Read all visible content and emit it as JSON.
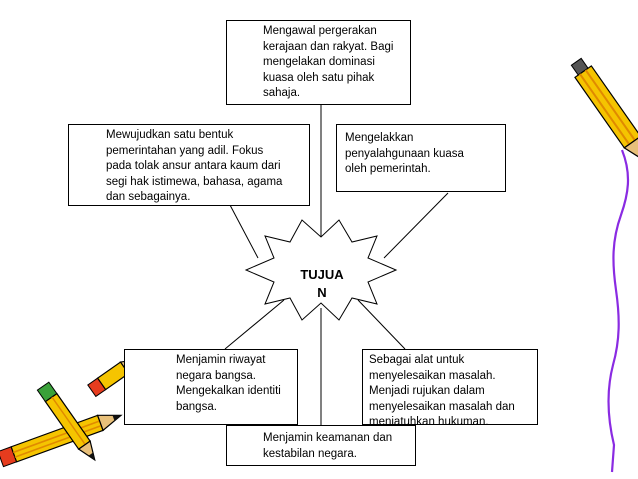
{
  "center": {
    "title": "TUJUAN",
    "line1": "TUJUA",
    "line2": "N"
  },
  "boxes": {
    "top": [
      "Mengawal pergerakan",
      "kerajaan dan rakyat. Bagi",
      "mengelakan dominasi",
      "kuasa oleh satu pihak",
      "sahaja."
    ],
    "top_left": [
      "Mewujudkan satu bentuk",
      "pemerintahan yang adil. Fokus",
      "pada tolak ansur antara kaum dari",
      "segi hak istimewa, bahasa, agama",
      "dan sebagainya."
    ],
    "top_right": [
      "Mengelakkan",
      "penyalahgunaan kuasa",
      "oleh pemerintah."
    ],
    "bottom_left": [
      "Menjamin riwayat",
      "negara bangsa.",
      "Mengekalkan identiti",
      "bangsa."
    ],
    "bottom_right": [
      "Sebagai alat untuk",
      "menyelesaikan masalah.",
      "Menjadi rujukan dalam",
      "menyelesaikan masalah dan",
      "menjatuhkan hukuman."
    ],
    "bottom": [
      "Menjamin keamanan dan",
      "kestabilan negara."
    ]
  },
  "decorations": {
    "top_right": "pencil-icon",
    "bottom_left": "pencils-icon"
  },
  "colors": {
    "pencil_body": "#f5c400",
    "pencil_stripe": "#e08a00",
    "pencil_tip": "#e8c07a",
    "pencil_lead": "#111111",
    "outline": "#000000",
    "ribbon": "#8a2be2",
    "eraser_red": "#e63c1e",
    "eraser_green": "#3aa13a"
  }
}
